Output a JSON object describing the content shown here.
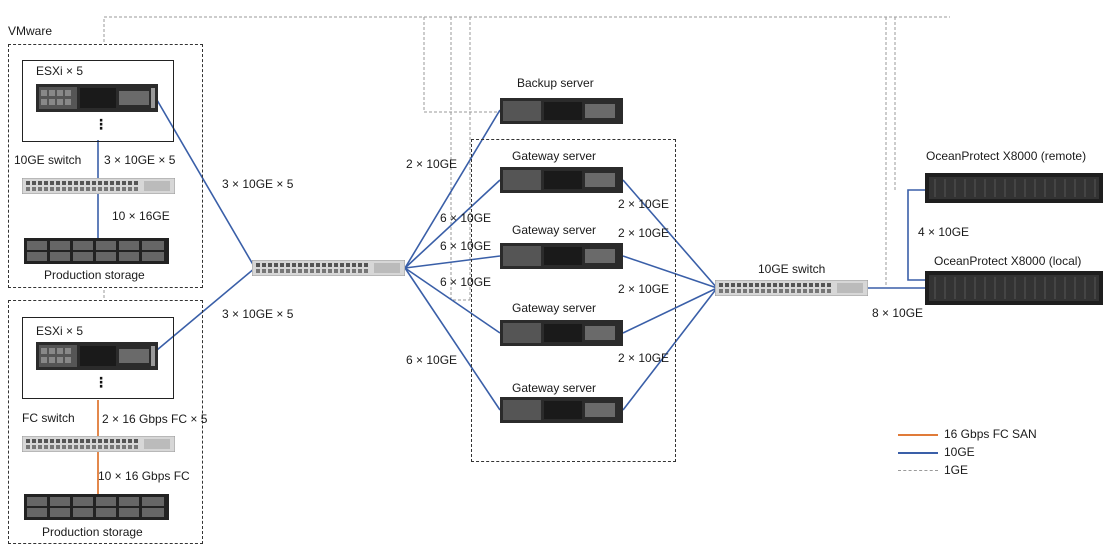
{
  "diagram": {
    "vmware_label": "VMware",
    "top_cluster": {
      "esxi_label": "ESXi × 5",
      "switch_label": "10GE switch",
      "link_esxi_switch": "3 × 10GE × 5",
      "link_switch_storage": "10 × 16GE",
      "storage_label": "Production storage"
    },
    "bottom_cluster": {
      "esxi_label": "ESXi × 5",
      "switch_label": "FC switch",
      "link_esxi_switch": "2 × 16 Gbps FC × 5",
      "link_switch_storage": "10 × 16 Gbps FC",
      "storage_label": "Production storage"
    },
    "links": {
      "top_esxi_core": "3 × 10GE × 5",
      "bottom_esxi_core": "3 × 10GE × 5",
      "core_backup": "2 × 10GE",
      "core_gw1": "6 × 10GE",
      "core_gw2": "6 × 10GE",
      "core_gw3": "6 × 10GE",
      "core_gw4": "6 × 10GE",
      "gw1_switch": "2 × 10GE",
      "gw2_switch": "2 × 10GE",
      "gw3_switch": "2 × 10GE",
      "gw4_switch": "2 × 10GE",
      "switch_storage": "8 × 10GE",
      "remote_local": "4 × 10GE"
    },
    "backup_server_label": "Backup server",
    "gateway_labels": [
      "Gateway server",
      "Gateway server",
      "Gateway server",
      "Gateway server"
    ],
    "switch_right_label": "10GE switch",
    "ocean_remote_label": "OceanProtect X8000 (remote)",
    "ocean_local_label": "OceanProtect X8000 (local)",
    "legend": [
      {
        "label": "16 Gbps FC SAN",
        "color": "#e07b39",
        "style": "solid"
      },
      {
        "label": "10GE",
        "color": "#3a5fa8",
        "style": "solid"
      },
      {
        "label": "1GE",
        "color": "#9a9a9a",
        "style": "dashed"
      }
    ],
    "colors": {
      "fc": "#e07b39",
      "ten_ge": "#3a5fa8",
      "one_ge": "#9a9a9a"
    }
  }
}
